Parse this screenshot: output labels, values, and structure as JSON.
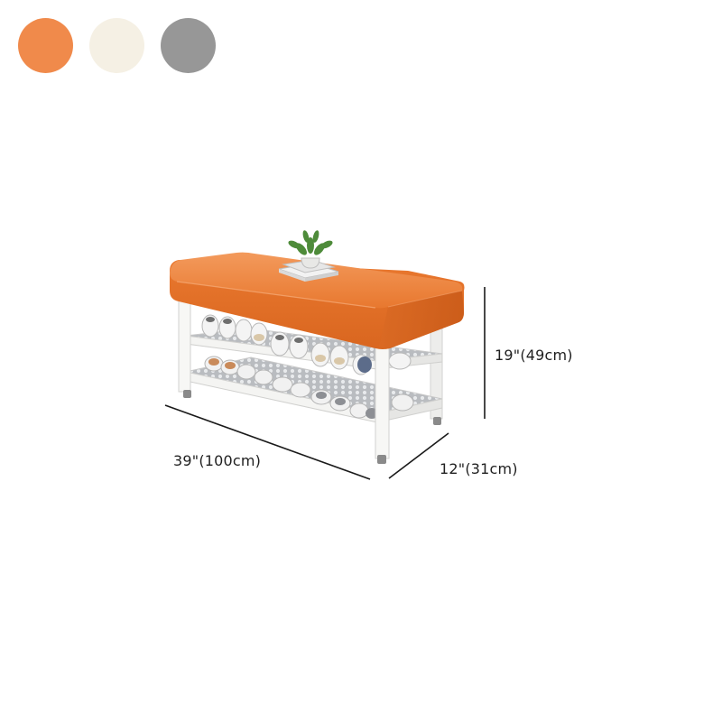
{
  "swatches": [
    {
      "color": "#F08A4B"
    },
    {
      "color": "#F5F0E4"
    },
    {
      "color": "#979797"
    }
  ],
  "dimensions": {
    "width": "39\"(100cm)",
    "depth": "12\"(31cm)",
    "height": "19\"(49cm)"
  }
}
